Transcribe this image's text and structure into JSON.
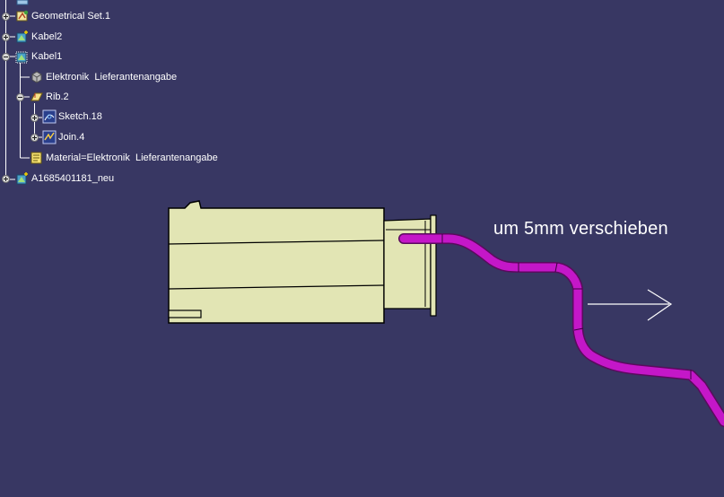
{
  "colors": {
    "background": "#383763",
    "connector_fill": "#e2e5b4",
    "cable": "#c417c8",
    "tree_line": "#ffffff"
  },
  "tree": {
    "items": [
      {
        "label": "Geometrical Set.1",
        "icon": "geometrical-set-icon",
        "expander": "plus"
      },
      {
        "label": "Kabel2",
        "icon": "part-body-icon",
        "expander": "plus"
      },
      {
        "label": "Kabel1",
        "icon": "part-body-icon",
        "expander": "minus"
      },
      {
        "label": "Elektronik  Lieferantenangabe",
        "icon": "material-cube-icon",
        "expander": "none"
      },
      {
        "label": "Rib.2",
        "icon": "rib-feature-icon",
        "expander": "minus"
      },
      {
        "label": "Sketch.18",
        "icon": "sketch-icon",
        "expander": "plus"
      },
      {
        "label": "Join.4",
        "icon": "join-icon",
        "expander": "plus"
      },
      {
        "label": "Material=Elektronik  Lieferantenangabe",
        "icon": "material-parameter-icon",
        "expander": "none"
      },
      {
        "label": "A1685401181_neu",
        "icon": "part-body-icon",
        "expander": "plus"
      }
    ]
  },
  "viewport": {
    "annotation": "um 5mm verschieben",
    "arrow_icon": "arrow-right-icon"
  }
}
